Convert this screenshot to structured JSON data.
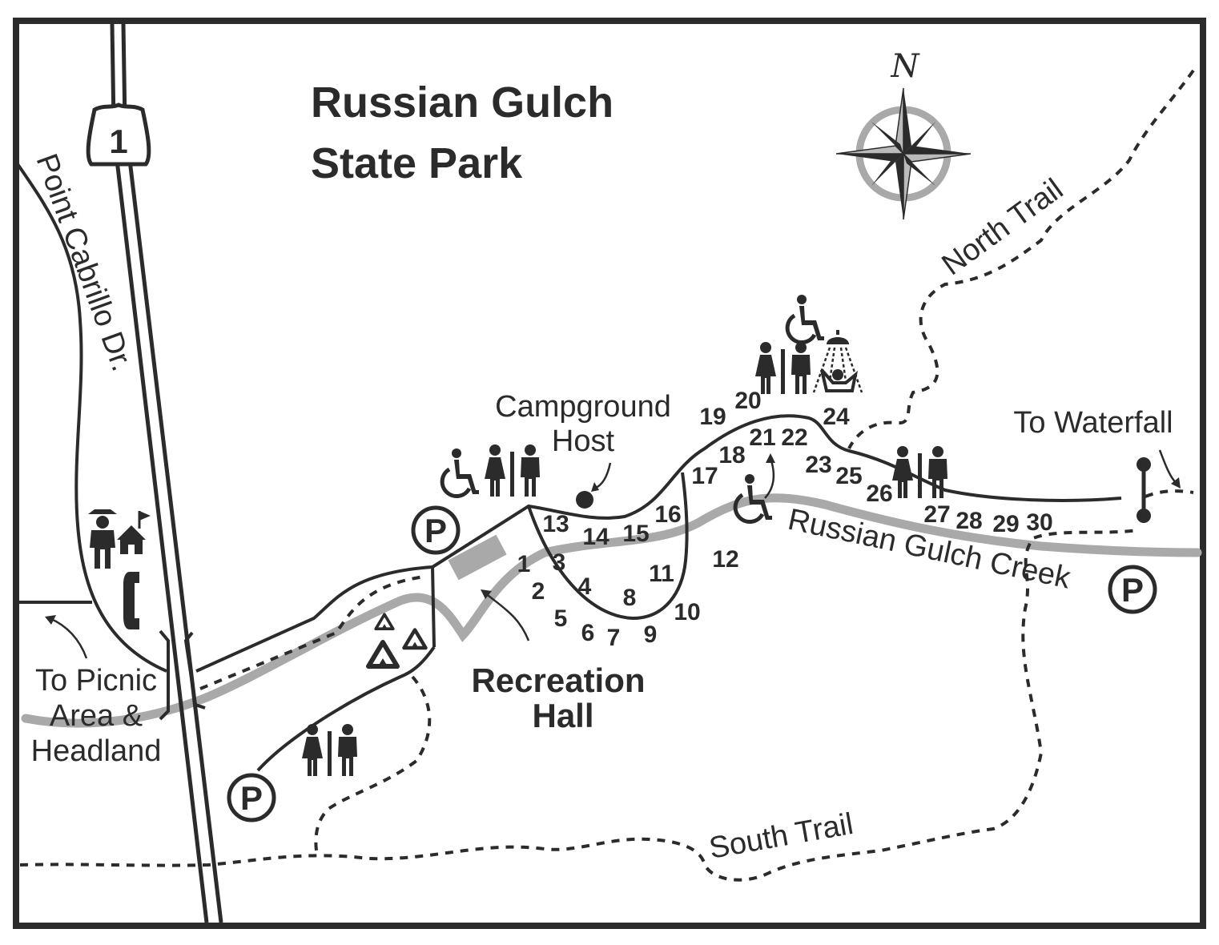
{
  "title": {
    "line1": "Russian Gulch",
    "line2": "State Park"
  },
  "compass": {
    "north_label": "N"
  },
  "highway": {
    "number": "1"
  },
  "roads": {
    "point_cabrillo": "Point Cabrillo Dr."
  },
  "trails": {
    "north": "North Trail",
    "south": "South Trail"
  },
  "creek": {
    "name": "Russian Gulch Creek"
  },
  "labels": {
    "campground_host_line1": "Campground",
    "campground_host_line2": "Host",
    "recreation_hall_line1": "Recreation",
    "recreation_hall_line2": "Hall",
    "waterfall": "To Waterfall",
    "picnic_line1": "To Picnic",
    "picnic_line2": "Area &",
    "picnic_line3": "Headland"
  },
  "parking_label": "P",
  "sites": [
    "1",
    "2",
    "3",
    "4",
    "5",
    "6",
    "7",
    "8",
    "9",
    "10",
    "11",
    "12",
    "13",
    "14",
    "15",
    "16",
    "17",
    "18",
    "19",
    "20",
    "21",
    "22",
    "23",
    "24",
    "25",
    "26",
    "27",
    "28",
    "29",
    "30"
  ],
  "icons": [
    "accessible-icon",
    "restroom-icon",
    "shower-icon",
    "ranger-icon",
    "ranger-station-icon",
    "phone-icon",
    "tent-icon",
    "parking-icon",
    "compass-rose-icon",
    "highway-shield-icon",
    "gate-icon",
    "campground-host-marker-icon"
  ],
  "colors": {
    "ink": "#2b2b2b",
    "creek": "#a9a9a9",
    "background": "#ffffff"
  }
}
